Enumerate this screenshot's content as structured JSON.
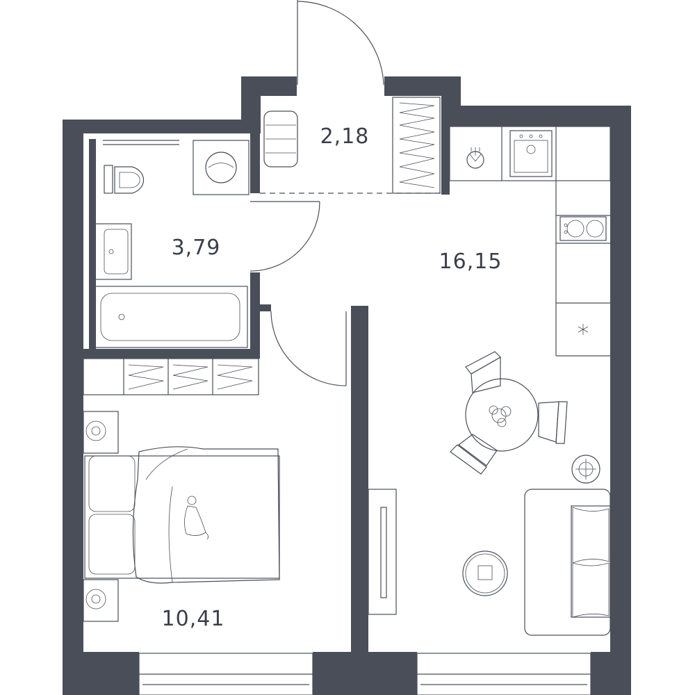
{
  "rooms": {
    "vestibule": {
      "area": "2,18"
    },
    "bathroom": {
      "area": "3,79"
    },
    "living_kitchen": {
      "area": "16,15"
    },
    "bedroom": {
      "area": "10,41"
    }
  },
  "colors": {
    "wall": "#4a4e59",
    "line": "#4a4e59",
    "background": "#ffffff"
  },
  "icons": [
    "door-swing-icon",
    "toilet-icon",
    "sink-icon",
    "bathtub-icon",
    "washing-machine-icon",
    "stove-icon",
    "kitchen-sink-icon",
    "dining-table-icon",
    "sofa-icon",
    "bed-icon",
    "wardrobe-icon",
    "plant-icon",
    "cat-icon"
  ]
}
